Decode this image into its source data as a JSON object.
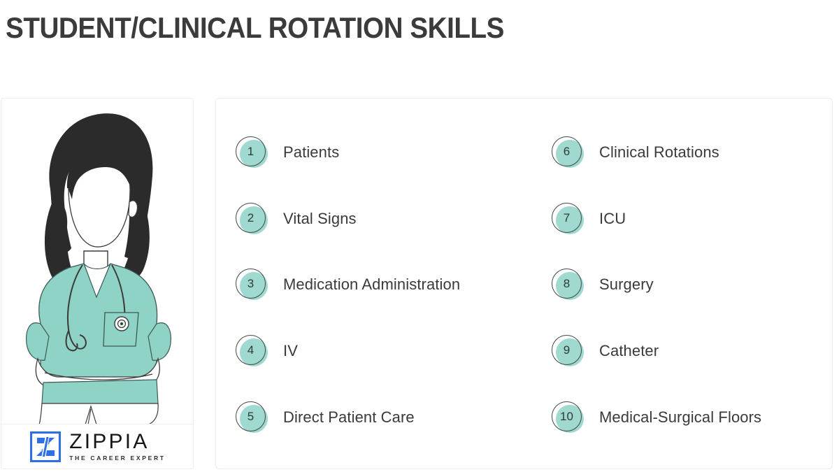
{
  "header": {
    "title": "STUDENT/CLINICAL ROTATION SKILLS"
  },
  "colors": {
    "badge_fill": "#95d5ca",
    "badge_outline": "#3f4a46",
    "scrub_teal": "#8fd2c6",
    "hair_dark": "#2b2b2b",
    "title_text": "#3b3b3b",
    "label_text": "#3a3a3a",
    "card_border": "#ececec",
    "logo_blue": "#2f6fe4"
  },
  "illustration": {
    "name": "nurse-illustration",
    "description": "Line-art illustration of a nurse with dark hair, teal scrub top, stethoscope and crossed arms"
  },
  "logo": {
    "mark": "zippia-z-mark",
    "wordmark": "ZIPPIA",
    "tagline": "THE CAREER EXPERT"
  },
  "skills": {
    "left_column": [
      {
        "number": "1",
        "label": "Patients"
      },
      {
        "number": "2",
        "label": "Vital Signs"
      },
      {
        "number": "3",
        "label": "Medication Administration"
      },
      {
        "number": "4",
        "label": "IV"
      },
      {
        "number": "5",
        "label": "Direct Patient Care"
      }
    ],
    "right_column": [
      {
        "number": "6",
        "label": "Clinical Rotations"
      },
      {
        "number": "7",
        "label": "ICU"
      },
      {
        "number": "8",
        "label": "Surgery"
      },
      {
        "number": "9",
        "label": "Catheter"
      },
      {
        "number": "10",
        "label": "Medical-Surgical Floors"
      }
    ]
  }
}
